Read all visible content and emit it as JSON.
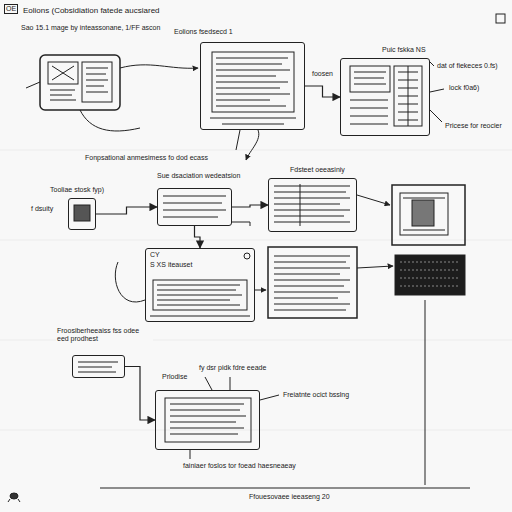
{
  "diagram": {
    "title": "Eolions (Cobsidiation fatede aucsiared",
    "nodes": [
      {
        "text": [
          "Eolions fsedsecd 1"
        ]
      },
      {
        "text": [
          "Puic fskka NS"
        ]
      },
      {
        "text": [
          "Tooliae stosk fyp)"
        ]
      },
      {
        "text": [
          "Sue dsaciation wedeatsion"
        ]
      },
      {
        "text": [
          "Fdsteet oeeasiniy"
        ]
      },
      {
        "text": [
          "CY",
          "S XS iteauset"
        ]
      },
      {
        "text": [
          "Froosiberheeaiss fss odee eed prodhest"
        ]
      },
      {
        "text": [
          "Prlodise"
        ]
      }
    ],
    "edges": [
      {
        "from": 0,
        "to": 1,
        "arrow": "to"
      },
      {
        "from": 2,
        "to": 3,
        "arrow": "to"
      },
      {
        "from": 3,
        "to": 4,
        "arrow": "to"
      },
      {
        "from": 3,
        "to": 5,
        "arrow": "to"
      },
      {
        "from": 6,
        "to": 7,
        "arrow": "to"
      }
    ],
    "labels": [
      "Sao 15.1 mage by inteassonane, 1/FF ascon",
      "dat of fiekeces 0.fs)",
      "foosen",
      "lock f0a6)",
      "Pricese for reocier",
      "f dsuity",
      "Fonpsational anmesimess fo dod ecass",
      "fy dsr pidk fdre eeade",
      "Freiatnte ocict bsslng",
      "fainiaer foslos tor foead haesneaeay",
      "Ffouesovaee ieeaseng 20",
      "OE"
    ]
  }
}
